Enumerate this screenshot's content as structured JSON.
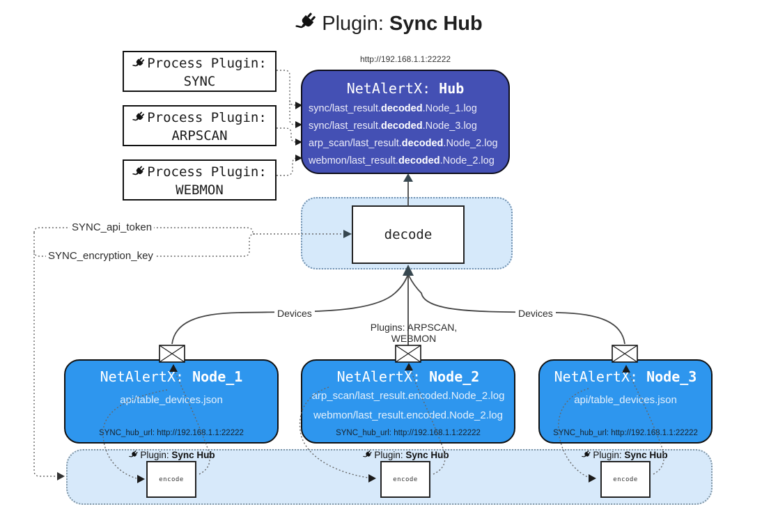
{
  "title": {
    "prefix": "Plugin: ",
    "name": "Sync Hub"
  },
  "hub": {
    "url": "http://192.168.1.1:22222",
    "title_prefix": "NetAlertX: ",
    "title_name": "Hub",
    "logs": [
      {
        "pre": "sync/last_result.",
        "bold": "decoded",
        "post": ".Node_1.log"
      },
      {
        "pre": "sync/last_result.",
        "bold": "decoded",
        "post": ".Node_3.log"
      },
      {
        "pre": "arp_scan/last_result.",
        "bold": "decoded",
        "post": ".Node_2.log"
      },
      {
        "pre": "webmon/last_result.",
        "bold": "decoded",
        "post": ".Node_2.log"
      }
    ]
  },
  "process_plugins": [
    {
      "label": "Process Plugin:",
      "name": "SYNC"
    },
    {
      "label": "Process Plugin:",
      "name": "ARPSCAN"
    },
    {
      "label": "Process Plugin:",
      "name": "WEBMON"
    }
  ],
  "decode": {
    "label": "decode"
  },
  "secrets": {
    "api_token": "SYNC_api_token",
    "encryption_key": "SYNC_encryption_key"
  },
  "edges": {
    "devices_left": "Devices",
    "devices_right": "Devices",
    "plugins_middle": "Plugins: ARPSCAN, WEBMON"
  },
  "nodes": [
    {
      "title_prefix": "NetAlertX: ",
      "title_name": "Node_1",
      "files": [
        "api/table_devices.json"
      ],
      "hub_url": "SYNC_hub_url: http://192.168.1.1:22222"
    },
    {
      "title_prefix": "NetAlertX: ",
      "title_name": "Node_2",
      "files": [
        "arp_scan/last_result.encoded.Node_2.log",
        "webmon/last_result.encoded.Node_2.log"
      ],
      "hub_url": "SYNC_hub_url: http://192.168.1.1:22222"
    },
    {
      "title_prefix": "NetAlertX: ",
      "title_name": "Node_3",
      "files": [
        "api/table_devices.json"
      ],
      "hub_url": "SYNC_hub_url: http://192.168.1.1:22222"
    }
  ],
  "encoders": [
    {
      "prefix": "Plugin: ",
      "name": "Sync Hub",
      "box_label": "encode"
    },
    {
      "prefix": "Plugin: ",
      "name": "Sync Hub",
      "box_label": "encode"
    },
    {
      "prefix": "Plugin: ",
      "name": "Sync Hub",
      "box_label": "encode"
    }
  ],
  "colors": {
    "hub": "#4450b4",
    "node": "#2e96ee",
    "band": "#d6e9fa",
    "line": "#444444",
    "dotted": "#666666",
    "arrow": "#37474f"
  }
}
